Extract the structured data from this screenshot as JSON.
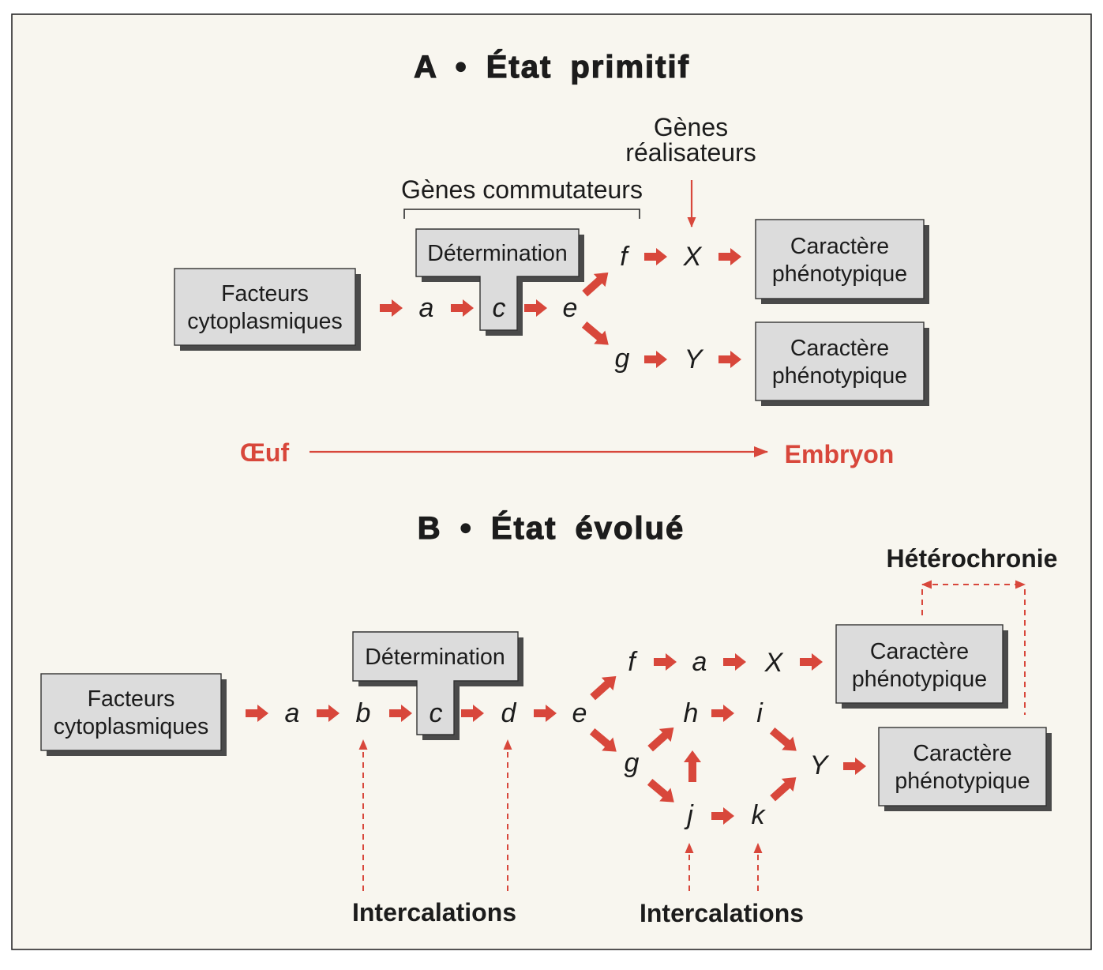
{
  "colors": {
    "accent": "#d8473b",
    "box_fill": "#dcdcdc",
    "box_shadow": "#4a4a4a",
    "background": "#f8f6ef",
    "ink": "#1c1c1c"
  },
  "section_a": {
    "title": "A • État primitif",
    "realisateurs_label": [
      "Gènes",
      "réalisateurs"
    ],
    "commutateurs_label": "Gènes commutateurs",
    "determination_label": "Détermination",
    "facteurs_box": [
      "Facteurs",
      "cytoplasmiques"
    ],
    "chain": [
      "a",
      "c",
      "e"
    ],
    "branch_top": [
      "f",
      "X"
    ],
    "branch_bottom": [
      "g",
      "Y"
    ],
    "caractere_top": [
      "Caractère",
      "phénotypique"
    ],
    "caractere_bottom": [
      "Caractère",
      "phénotypique"
    ]
  },
  "timeline": {
    "start": "Œuf",
    "end": "Embryon"
  },
  "section_b": {
    "title": "B • État évolué",
    "heterochronie_label": "Hétérochronie",
    "determination_label": "Détermination",
    "facteurs_box": [
      "Facteurs",
      "cytoplasmiques"
    ],
    "chain": [
      "a",
      "b",
      "c",
      "d",
      "e"
    ],
    "branch_top": [
      "f",
      "a",
      "X"
    ],
    "network": {
      "start": "g",
      "upper": [
        "h",
        "i"
      ],
      "lower": [
        "j",
        "k"
      ],
      "end": "Y"
    },
    "caractere_top": [
      "Caractère",
      "phénotypique"
    ],
    "caractere_bottom": [
      "Caractère",
      "phénotypique"
    ],
    "intercalations_left": "Intercalations",
    "intercalations_right": "Intercalations"
  }
}
